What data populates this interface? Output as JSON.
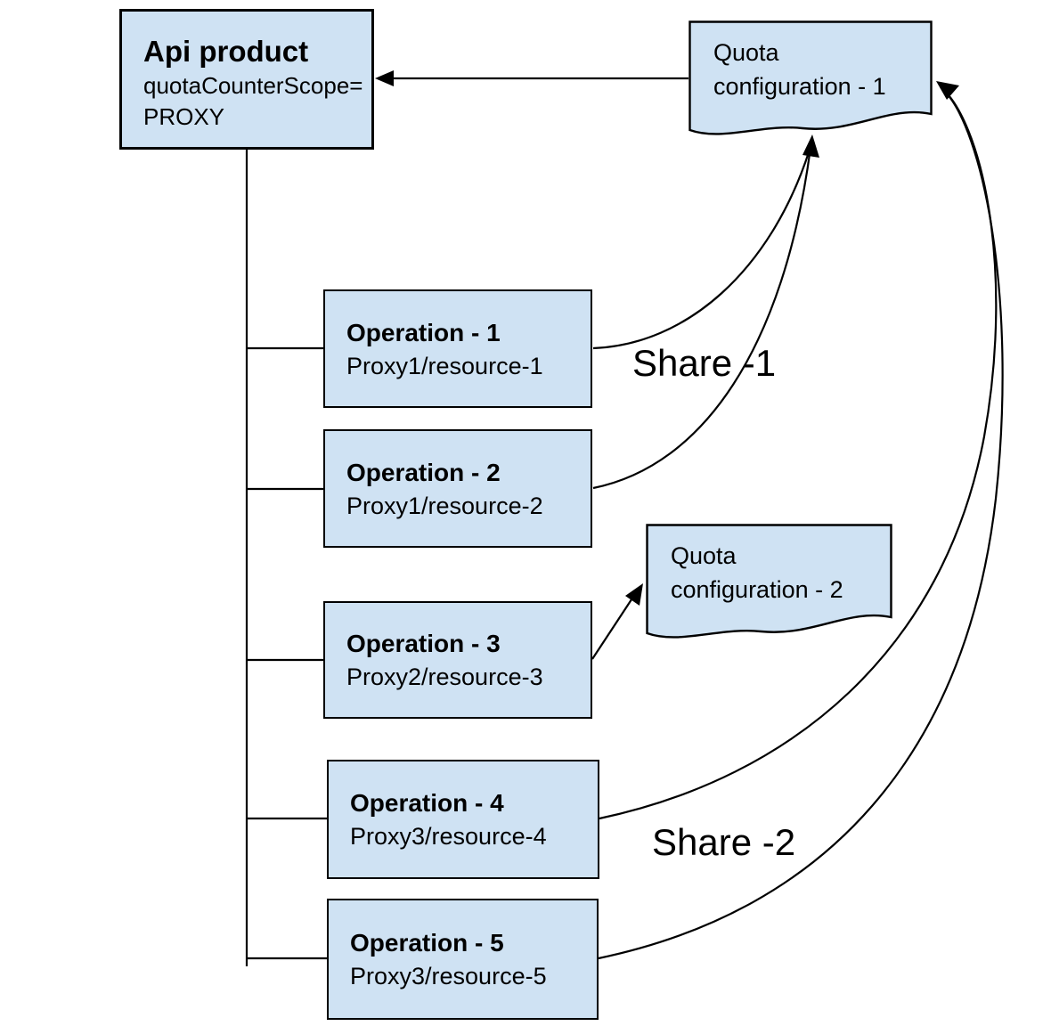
{
  "colors": {
    "node_fill": "#cfe2f3",
    "node_border": "#000000",
    "connector": "#000000",
    "canvas_background": "#ffffff",
    "text": "#000000"
  },
  "api_product": {
    "title": "Api product",
    "attr_line1": "quotaCounterScope=",
    "attr_line2": "PROXY"
  },
  "quota_config_1": {
    "line1": "Quota",
    "line2": "configuration - 1"
  },
  "quota_config_2": {
    "line1": "Quota",
    "line2": "configuration - 2"
  },
  "operations": [
    {
      "title": "Operation - 1",
      "resource": "Proxy1/resource-1"
    },
    {
      "title": "Operation - 2",
      "resource": "Proxy1/resource-2"
    },
    {
      "title": "Operation - 3",
      "resource": "Proxy2/resource-3"
    },
    {
      "title": "Operation - 4",
      "resource": "Proxy3/resource-4"
    },
    {
      "title": "Operation - 5",
      "resource": "Proxy3/resource-5"
    }
  ],
  "edge_labels": {
    "share_1": "Share -1",
    "share_2": "Share -2"
  },
  "edges": [
    {
      "from": "quota-configuration-1",
      "to": "api-product",
      "arrow": "into-api-product"
    },
    {
      "from": "api-product",
      "to": "operation-1",
      "arrow": "none"
    },
    {
      "from": "api-product",
      "to": "operation-2",
      "arrow": "none"
    },
    {
      "from": "api-product",
      "to": "operation-3",
      "arrow": "none"
    },
    {
      "from": "api-product",
      "to": "operation-4",
      "arrow": "none"
    },
    {
      "from": "api-product",
      "to": "operation-5",
      "arrow": "none"
    },
    {
      "from": "operation-1",
      "to": "quota-configuration-1",
      "label": "Share -1"
    },
    {
      "from": "operation-2",
      "to": "quota-configuration-1",
      "label": "Share -1"
    },
    {
      "from": "operation-3",
      "to": "quota-configuration-2",
      "label": ""
    },
    {
      "from": "operation-4",
      "to": "quota-configuration-1",
      "label": "Share -2"
    },
    {
      "from": "operation-5",
      "to": "quota-configuration-1",
      "label": "Share -2"
    }
  ]
}
